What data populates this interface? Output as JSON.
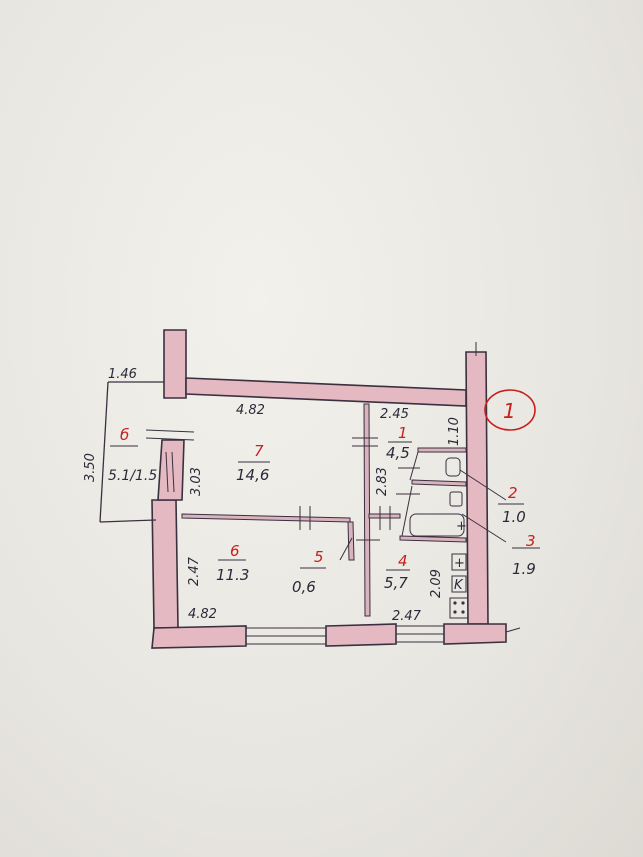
{
  "plan": {
    "apartment_number": "1",
    "dimensions": {
      "balcony_width": "1.46",
      "top_room7": "4.82",
      "top_room1": "2.45",
      "right_room1": "1.10",
      "room1_height": "2.83",
      "room7_height": "3.03",
      "balcony_height": "3.50",
      "room6_height": "2.47",
      "bottom_room6": "4.82",
      "bottom_room4": "2.47",
      "room4_height": "2.09"
    },
    "rooms": [
      {
        "number": "7",
        "area": "14,6"
      },
      {
        "number": "1",
        "area": "4,5"
      },
      {
        "number": "2",
        "area": "1.0"
      },
      {
        "number": "3",
        "area": "1.9"
      },
      {
        "number": "4",
        "area": "5,7"
      },
      {
        "number": "5",
        "area": "0,6"
      },
      {
        "number": "6",
        "area": "11.3"
      },
      {
        "number": "б",
        "area": "5.1/1.5"
      }
    ]
  }
}
